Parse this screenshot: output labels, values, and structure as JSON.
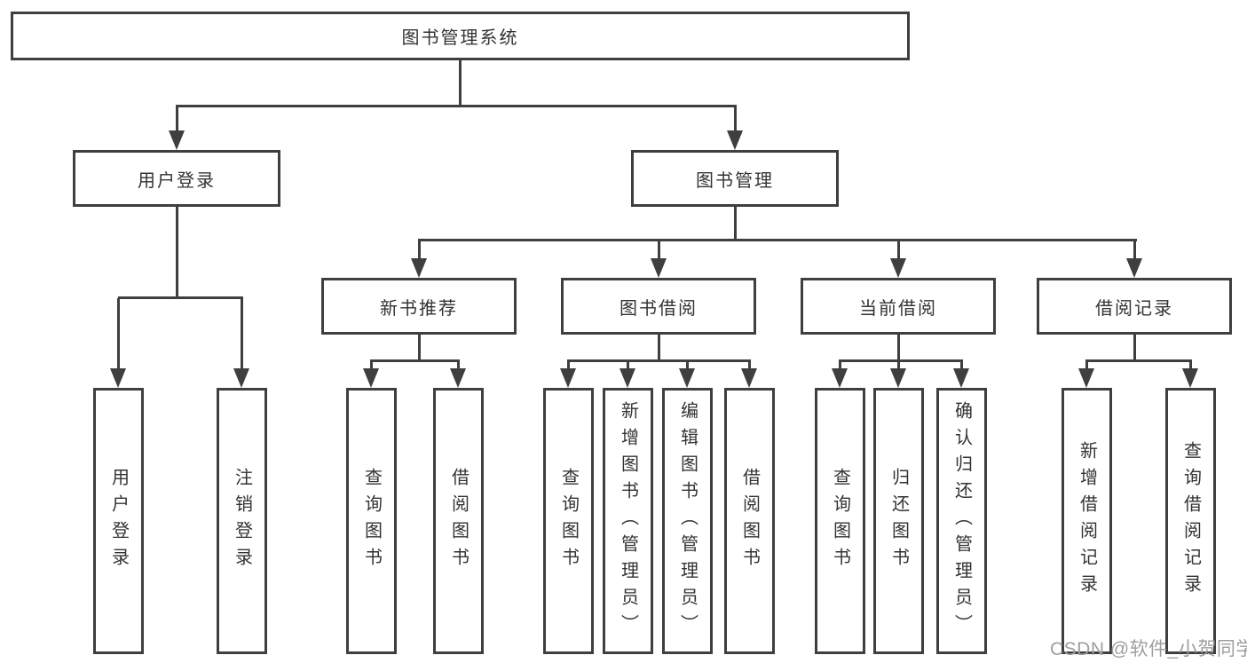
{
  "tree": {
    "root": {
      "label": "图书管理系统"
    },
    "branches": [
      {
        "label": "用户登录",
        "children": [
          {
            "label": "用户登录"
          },
          {
            "label": "注销登录"
          }
        ]
      },
      {
        "label": "图书管理",
        "children": [
          {
            "label": "新书推荐",
            "children": [
              {
                "label": "查询图书"
              },
              {
                "label": "借阅图书"
              }
            ]
          },
          {
            "label": "图书借阅",
            "children": [
              {
                "label": "查询图书"
              },
              {
                "label": "新增图书（管理员）"
              },
              {
                "label": "编辑图书（管理员）"
              },
              {
                "label": "借阅图书"
              }
            ]
          },
          {
            "label": "当前借阅",
            "children": [
              {
                "label": "查询图书"
              },
              {
                "label": "归还图书"
              },
              {
                "label": "确认归还（管理员）"
              }
            ]
          },
          {
            "label": "借阅记录",
            "children": [
              {
                "label": "新增借阅记录"
              },
              {
                "label": "查询借阅记录"
              }
            ]
          }
        ]
      }
    ]
  },
  "watermark": {
    "text": "CSDN @软件_小贺同学"
  },
  "colors": {
    "line": "#3f3f3f",
    "text": "#333333",
    "watermark": "#9e9e9e",
    "background": "#ffffff"
  }
}
